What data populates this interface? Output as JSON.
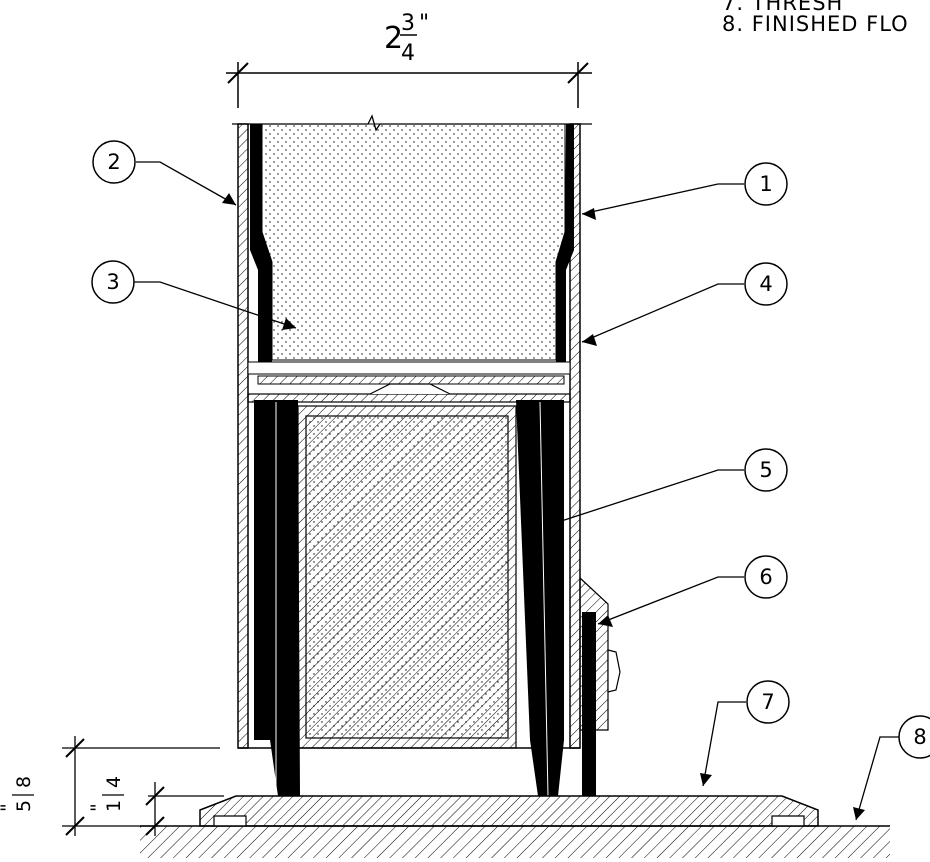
{
  "notes": {
    "line7_partial": "7. THRESH",
    "line8": "8. FINISHED FLO"
  },
  "dimensions": {
    "width": {
      "whole": "2",
      "numerator": "3",
      "denominator": "4",
      "unit": "\""
    },
    "height_a": {
      "numerator": "5",
      "denominator": "8",
      "unit": "\""
    },
    "height_b": {
      "numerator": "1",
      "denominator": "4",
      "unit": "\""
    }
  },
  "callouts": [
    {
      "id": "1",
      "label": "1"
    },
    {
      "id": "2",
      "label": "2"
    },
    {
      "id": "3",
      "label": "3"
    },
    {
      "id": "4",
      "label": "4"
    },
    {
      "id": "5",
      "label": "5"
    },
    {
      "id": "6",
      "label": "6"
    },
    {
      "id": "7",
      "label": "7"
    },
    {
      "id": "8",
      "label": "8"
    }
  ],
  "colors": {
    "ink": "#000000",
    "paper": "#ffffff"
  }
}
